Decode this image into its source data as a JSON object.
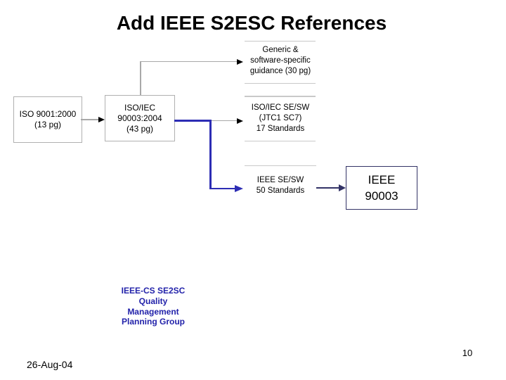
{
  "slide": {
    "title": "Add IEEE S2ESC References",
    "date": "26-Aug-04",
    "page_number": "10"
  },
  "diagram": {
    "nodes": {
      "iso9001": {
        "lines": [
          "ISO 9001:2000",
          "(13 pg)"
        ]
      },
      "iso90003": {
        "lines": [
          "ISO/IEC",
          "90003:2004",
          "(43 pg)"
        ]
      },
      "generic_guidance": {
        "lines": [
          "Generic &",
          "software-specific",
          "guidance (30 pg)"
        ]
      },
      "isoiec_sesw": {
        "lines": [
          "ISO/IEC SE/SW",
          "(JTC1 SC7)",
          "17 Standards"
        ]
      },
      "ieee_sesw": {
        "lines": [
          "IEEE SE/SW",
          "50 Standards"
        ]
      },
      "ieee_90003": {
        "lines": [
          "IEEE",
          "90003"
        ]
      }
    },
    "caption": {
      "lines": [
        "IEEE-CS SE2SC",
        "Quality",
        "Management",
        "Planning Group"
      ]
    },
    "colors": {
      "blue_connector": "#2d2db4",
      "navy_connector": "#333366",
      "caption_text": "#2222aa",
      "box_border": "#b0b0b0",
      "divider_line": "#c9c9c9",
      "connector_gray": "#a8a8a8",
      "arrow_black": "#000000"
    }
  }
}
